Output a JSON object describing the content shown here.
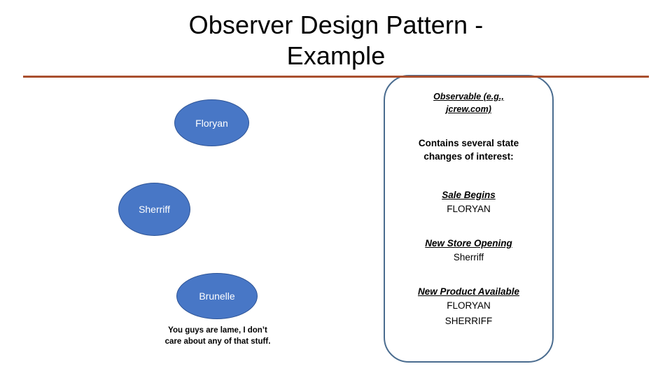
{
  "slide": {
    "title": "Observer Design Pattern -\nExample",
    "divider_color": "#A9502F",
    "background_color": "#FFFFFF"
  },
  "actors": [
    {
      "name": "Floryan",
      "label": "Floryan"
    },
    {
      "name": "Sherriff",
      "label": "Sherriff"
    },
    {
      "name": "Brunelle",
      "label": "Brunelle"
    }
  ],
  "actor_style": {
    "fill": "#4877C6",
    "border": "#2F5597",
    "text_color": "#FFFFFF"
  },
  "remark": {
    "text": "You guys are lame, I don’t\ncare about any of that stuff."
  },
  "panel": {
    "border_color": "#4A6C8F",
    "heading": "Observable (e.g.,\njcrew.com)",
    "description": "Contains several state\nchanges of interest:",
    "events": [
      {
        "name": "Sale Begins",
        "subscribers": "FLORYAN"
      },
      {
        "name": "New Store Opening",
        "subscribers": "Sherriff"
      },
      {
        "name": "New Product Available",
        "subscribers": "FLORYAN\nSHERRIFF"
      }
    ]
  }
}
